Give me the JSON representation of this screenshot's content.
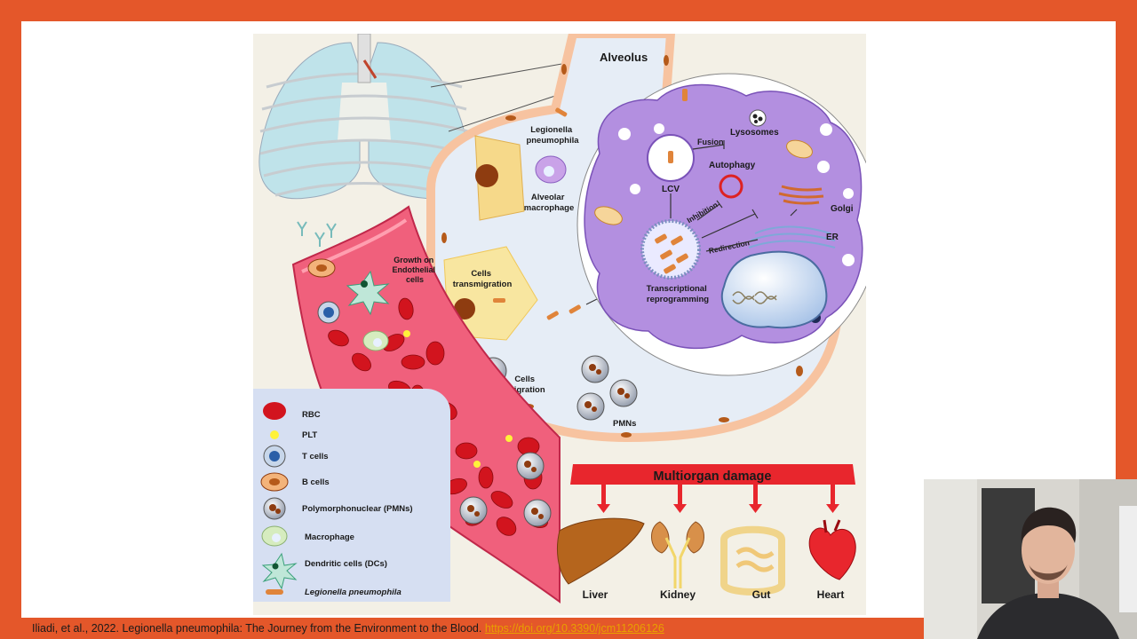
{
  "figure": {
    "title_alveolus": "Alveolus",
    "legionella_label": [
      "Legionella",
      "pneumophila"
    ],
    "macrophage_label": [
      "Alveolar",
      "macrophage"
    ],
    "lysosomes": "Lysosomes",
    "fusion": "Fusion",
    "autophagy": "Autophagy",
    "lcv": "LCV",
    "inhibition": "Inhibition",
    "golgi": "Golgi",
    "redirection": "Redirection",
    "er": "ER",
    "transcriptional": [
      "Transcriptional",
      "reprogramming"
    ],
    "growth": [
      "Growth on",
      "Endothelial",
      "cells"
    ],
    "transmigration": [
      "Cells",
      "transmigration"
    ],
    "migration": [
      "Cells",
      "migration"
    ],
    "pmns": "PMNs",
    "multiorgan": "Multiorgan damage",
    "organs": [
      "Liver",
      "Kidney",
      "Gut",
      "Heart"
    ],
    "legend": [
      {
        "label": "RBC",
        "icon": "rbc-icon"
      },
      {
        "label": "PLT",
        "icon": "platelet-icon"
      },
      {
        "label": "T cells",
        "icon": "t-cell-icon"
      },
      {
        "label": "B cells",
        "icon": "b-cell-icon"
      },
      {
        "label": "Polymorphonuclear (PMNs)",
        "icon": "pmn-icon"
      },
      {
        "label": "Macrophage",
        "icon": "macrophage-icon"
      },
      {
        "label": "Dendritic cells (DCs)",
        "icon": "dendritic-cell-icon"
      },
      {
        "label": "Legionella pneumophila",
        "icon": "bacterium-icon"
      }
    ]
  },
  "citation": {
    "text": "Iliadi, et al., 2022. Legionella pneumophila: The Journey from the Environment to the Blood. ",
    "link": "https://doi.org/10.3390/jcm11206126"
  },
  "colors": {
    "background": "#e4572a",
    "macrophage_purple": "#b38fe0",
    "vessel_pink": "#f0607c",
    "rbc_red": "#d2141e",
    "multiorgan_red": "#e8262d"
  }
}
